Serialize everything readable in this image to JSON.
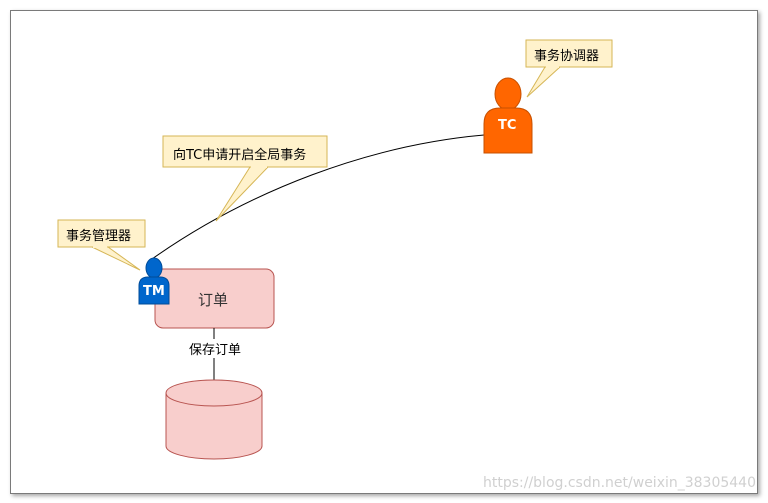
{
  "diagram": {
    "callouts": {
      "tc_role": "事务协调器",
      "request": "向TC申请开启全局事务",
      "tm_role": "事务管理器"
    },
    "actors": {
      "tc": "TC",
      "tm": "TM"
    },
    "order_box": "订单",
    "edge_save": "保存订单"
  },
  "watermark": "https://blog.csdn.net/weixin_38305440",
  "colors": {
    "tc_fill": "#ff6600",
    "tm_fill": "#0066cc",
    "box_fill": "#f8cecc",
    "box_stroke": "#b85450",
    "callout_fill": "#fff2cc",
    "callout_stroke": "#d6b656"
  }
}
